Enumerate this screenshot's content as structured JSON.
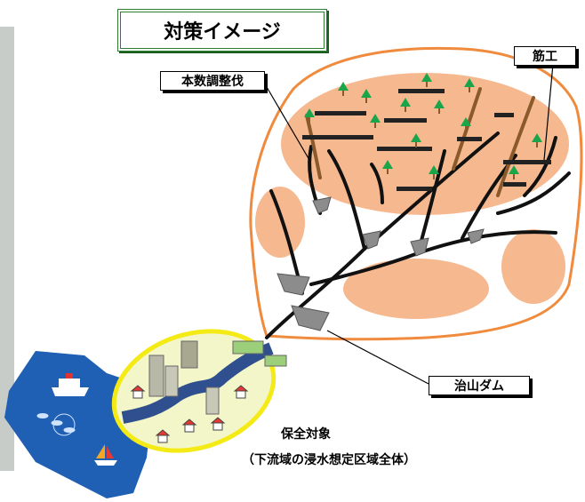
{
  "title": "対策イメージ",
  "labels": {
    "thinning": "本数調整伐",
    "terracing": "筋工",
    "check_dam": "治山ダム",
    "protection_target": "保全対象",
    "protection_detail": "（下流域の浸水想定区域全体）"
  },
  "colors": {
    "watershed_outline": "#f08a3c",
    "forest_fill": "#f6b88f",
    "river_branch": "#111111",
    "terrace_branch": "#8a5a2b",
    "protected_zone_outline": "#f4ea16",
    "protected_zone_fill": "#f3f6c8",
    "sea": "#1f5fb4",
    "tree_green": "#1aa54a",
    "dam_grey": "#8c8c8c"
  },
  "icons": [
    "tree-icon",
    "dam-icon",
    "building-icon",
    "house-icon",
    "ship-icon",
    "sailboat-icon",
    "fish-icon"
  ]
}
